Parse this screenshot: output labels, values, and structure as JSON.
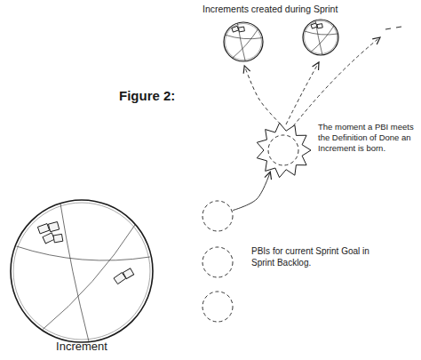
{
  "diagram": {
    "title": "Figure 2:",
    "nodes": [
      {
        "text": [
          "Increment"
        ]
      },
      {
        "text": [
          "PBIs for current Sprint Goal in Sprint Backlog."
        ]
      },
      {
        "text": [
          "The moment a PBI meets the Definition of Done an Increment is born."
        ]
      },
      {
        "text": [
          "Increments created during Sprint"
        ]
      }
    ],
    "edges": [
      {
        "from": 1,
        "to": 2,
        "arrow": "to"
      },
      {
        "from": 2,
        "to": 3,
        "arrow": "to"
      }
    ]
  }
}
